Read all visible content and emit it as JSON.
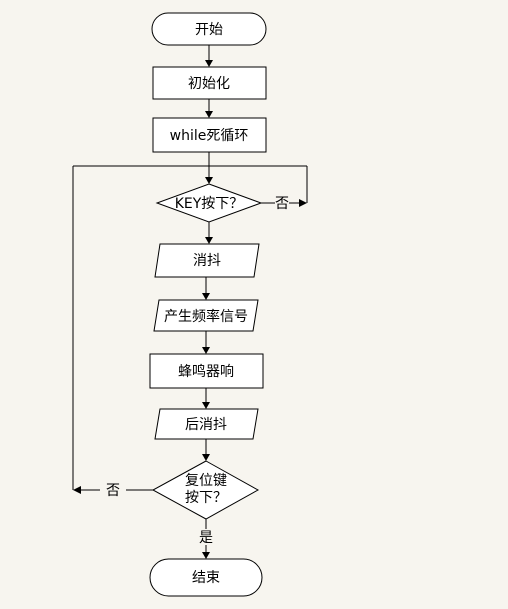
{
  "nodes": {
    "start": "开始",
    "init": "初始化",
    "loop": "while死循环",
    "key_check": "KEY按下？",
    "debounce": "消抖",
    "gen_freq": "产生频率信号",
    "buzzer": "蜂鸣器响",
    "post_debounce": "后消抖",
    "reset_check_line1": "复位键",
    "reset_check_line2": "按下？",
    "end": "结束"
  },
  "edges": {
    "key_no": "否",
    "reset_no": "否",
    "reset_yes": "是"
  }
}
